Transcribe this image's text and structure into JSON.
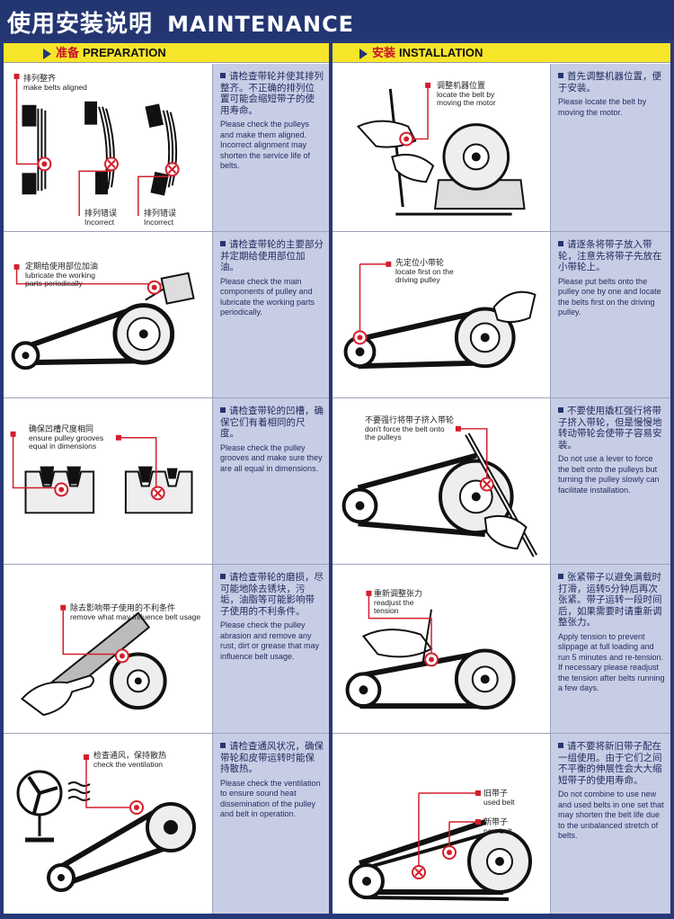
{
  "header": {
    "title_cn": "使用安装说明",
    "title_en": "MAINTENANCE"
  },
  "preparation": {
    "label_cn": "准备",
    "label_en": "PREPARATION",
    "rows": [
      {
        "text_cn": "请检查带轮并使其排列整齐。不正确的排列位置可能会缩短带子的使用寿命。",
        "text_en": "Please check the pulleys and make them aligned. Incorrect alignment may shorten the service life of belts.",
        "callout_a_cn": "排列整齐",
        "callout_a_en": "make belts aligned",
        "callout_b_cn": "排列错误",
        "callout_b_en": "Incorrect",
        "callout_c_cn": "排列错误",
        "callout_c_en": "Incorrect"
      },
      {
        "text_cn": "请检查带轮的主要部分并定期给使用部位加油。",
        "text_en": "Please check the main components of pulley and lubricate the working parts periodically.",
        "callout_a_cn": "定期给使用部位加油",
        "callout_a_en": "lubricate the working parts periodically"
      },
      {
        "text_cn": "请检查带轮的凹槽，确保它们有着相同的尺度。",
        "text_en": "Please check the pulley grooves and make sure they are all equal in dimensions.",
        "callout_a_cn": "确保凹槽尺度相同",
        "callout_a_en": "ensure pulley grooves equal in dimensions"
      },
      {
        "text_cn": "请检查带轮的磨损，尽可能地除去锈块，污垢，油脂等可能影响带子使用的不利条件。",
        "text_en": "Please check the pulley abrasion and remove any rust, dirt or grease that may influence belt usage.",
        "callout_a_cn": "除去影响带子使用的不利条件",
        "callout_a_en": "remove what may influence belt usage"
      },
      {
        "text_cn": "请检查通风状况，确保带轮和皮带运转时能保持散热。",
        "text_en": "Please check the ventilation to ensure sound heat dissemination of the pulley and belt in operation.",
        "callout_a_cn": "检查通风，保持散热",
        "callout_a_en": "check the ventilation"
      }
    ]
  },
  "installation": {
    "label_cn": "安装",
    "label_en": "INSTALLATION",
    "rows": [
      {
        "text_cn": "首先调整机器位置，便于安装。",
        "text_en": "Please locate the belt by moving the motor.",
        "callout_a_cn": "调整机器位置",
        "callout_a_en": "locate the belt by moving the motor"
      },
      {
        "text_cn": "请逐条将带子放入带轮，注意先将带子先放在小带轮上。",
        "text_en": "Please put belts onto the pulley one by one and locate the belts first on the driving pulley.",
        "callout_a_cn": "先定位小带轮",
        "callout_a_en": "locate first on the driving pulley"
      },
      {
        "text_cn": "不要使用撬杠强行将带子挤入带轮，但是慢慢地转动带轮会使带子容易安装。",
        "text_en": "Do not use a lever to force the belt onto the pulleys but turning the pulley slowly can facilitate installation.",
        "callout_a_cn": "不要强行将带子挤入带轮",
        "callout_a_en": "don't force the belt onto the pulleys"
      },
      {
        "text_cn": "张紧带子以避免满载时打滑，运转5分钟后再次张紧。带子运转一段时间后，如果需要时请重新调整张力。",
        "text_en": "Apply tension to prevent slippage at full loading and run 5 minutes and re-tension. If necessary please readjust the tension after belts running a few days.",
        "callout_a_cn": "重新调整张力",
        "callout_a_en": "readjust the tension"
      },
      {
        "text_cn": "请不要将新旧带子配在一组使用。由于它们之间不平衡的伸展性会大大缩短带子的使用寿命。",
        "text_en": "Do not combine to use new and used belts in one set that may shorten the belt life due to the unbalanced stretch of belts.",
        "callout_a_cn": "旧带子",
        "callout_a_en": "used belt",
        "callout_b_cn": "新带子",
        "callout_b_en": "new belt"
      }
    ]
  },
  "colors": {
    "navy": "#243672",
    "yellow": "#f7e52a",
    "red": "#d21e2b",
    "panel": "#c8cde6"
  }
}
